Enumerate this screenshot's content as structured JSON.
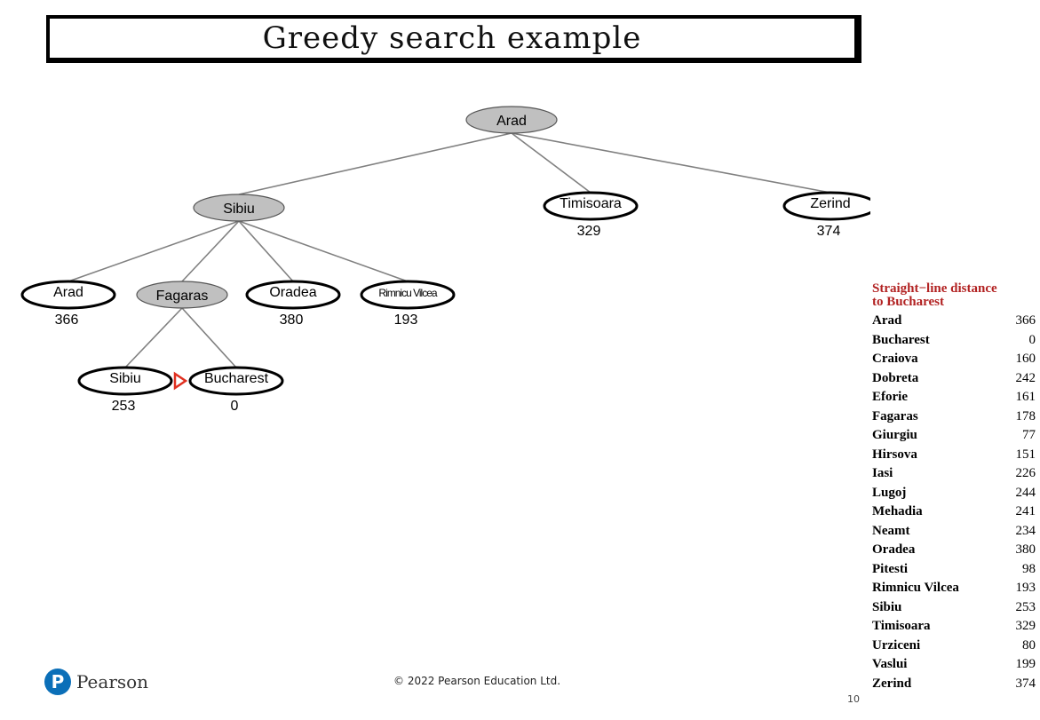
{
  "title": "Greedy search example",
  "tree": {
    "nodes": [
      {
        "id": "arad-root",
        "label": "Arad",
        "h": "",
        "expanded": true
      },
      {
        "id": "sibiu",
        "label": "Sibiu",
        "h": "",
        "expanded": true
      },
      {
        "id": "timisoara",
        "label": "Timisoara",
        "h": "329",
        "expanded": false
      },
      {
        "id": "zerind",
        "label": "Zerind",
        "h": "374",
        "expanded": false
      },
      {
        "id": "arad-leaf",
        "label": "Arad",
        "h": "366",
        "expanded": false
      },
      {
        "id": "fagaras",
        "label": "Fagaras",
        "h": "",
        "expanded": true
      },
      {
        "id": "oradea",
        "label": "Oradea",
        "h": "380",
        "expanded": false
      },
      {
        "id": "rimnicu",
        "label": "Rimnicu Vilcea",
        "h": "193",
        "expanded": false
      },
      {
        "id": "sibiu-leaf",
        "label": "Sibiu",
        "h": "253",
        "expanded": false
      },
      {
        "id": "bucharest",
        "label": "Bucharest",
        "h": "0",
        "expanded": false
      }
    ],
    "edges": [
      [
        "arad-root",
        "sibiu"
      ],
      [
        "arad-root",
        "timisoara"
      ],
      [
        "arad-root",
        "zerind"
      ],
      [
        "sibiu",
        "arad-leaf"
      ],
      [
        "sibiu",
        "fagaras"
      ],
      [
        "sibiu",
        "oradea"
      ],
      [
        "sibiu",
        "rimnicu"
      ],
      [
        "fagaras",
        "sibiu-leaf"
      ],
      [
        "fagaras",
        "bucharest"
      ]
    ],
    "colors": {
      "expanded_fill": "#c0c0c0",
      "edge": "#808080",
      "pointer": "#e03020"
    }
  },
  "sld_table": {
    "heading_line1": "Straight−line distance",
    "heading_line2": "to Bucharest",
    "heading_color": "#b22222",
    "rows": [
      {
        "city": "Arad",
        "dist": "366"
      },
      {
        "city": "Bucharest",
        "dist": "0"
      },
      {
        "city": "Craiova",
        "dist": "160"
      },
      {
        "city": "Dobreta",
        "dist": "242"
      },
      {
        "city": "Eforie",
        "dist": "161"
      },
      {
        "city": "Fagaras",
        "dist": "178"
      },
      {
        "city": "Giurgiu",
        "dist": "77"
      },
      {
        "city": "Hirsova",
        "dist": "151"
      },
      {
        "city": "Iasi",
        "dist": "226"
      },
      {
        "city": "Lugoj",
        "dist": "244"
      },
      {
        "city": "Mehadia",
        "dist": "241"
      },
      {
        "city": "Neamt",
        "dist": "234"
      },
      {
        "city": "Oradea",
        "dist": "380"
      },
      {
        "city": "Pitesti",
        "dist": "98"
      },
      {
        "city": "Rimnicu Vilcea",
        "dist": "193"
      },
      {
        "city": "Sibiu",
        "dist": "253"
      },
      {
        "city": "Timisoara",
        "dist": "329"
      },
      {
        "city": "Urziceni",
        "dist": "80"
      },
      {
        "city": "Vaslui",
        "dist": "199"
      },
      {
        "city": "Zerind",
        "dist": "374"
      }
    ]
  },
  "footer": {
    "logo_text": "Pearson",
    "copyright": "© 2022 Pearson Education Ltd.",
    "slide_number": "10"
  }
}
